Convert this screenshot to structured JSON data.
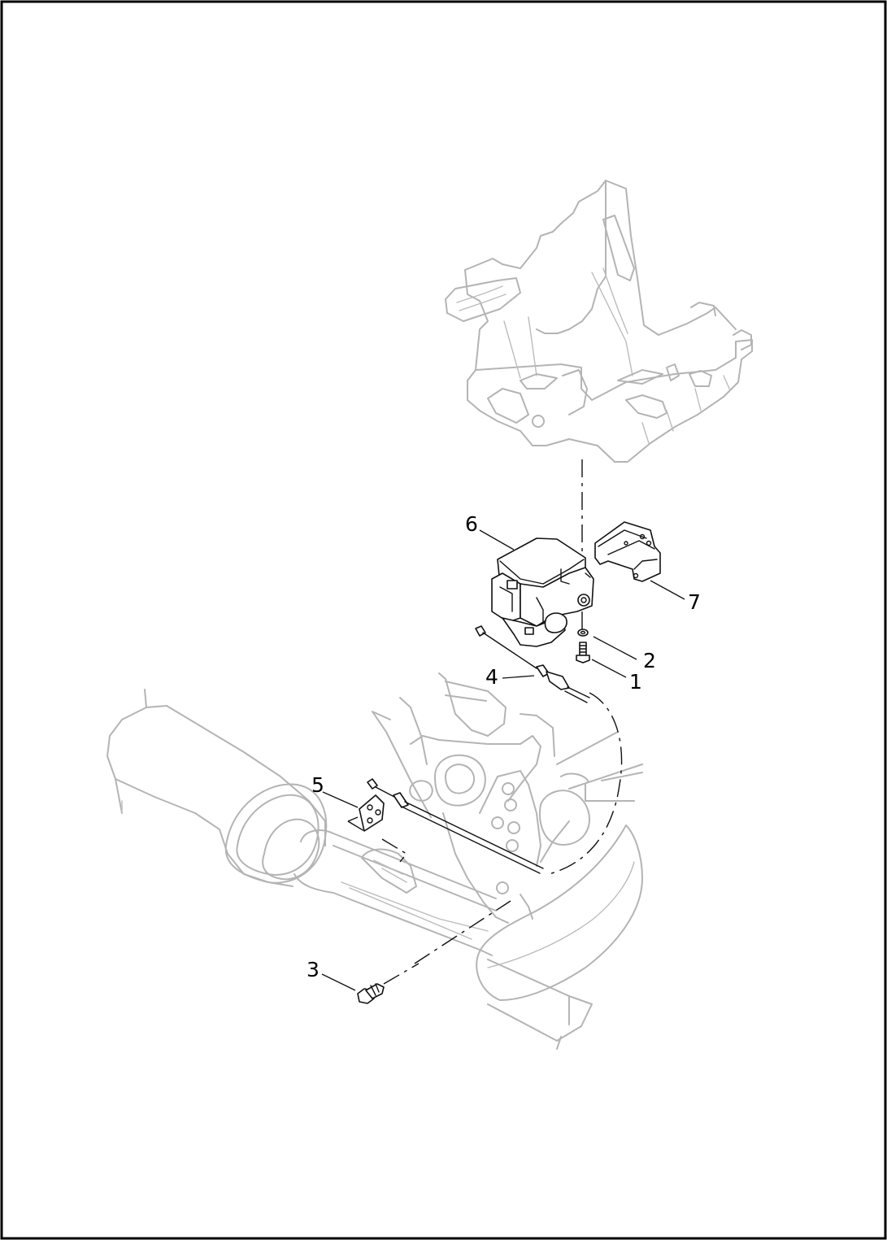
{
  "colors": {
    "frame_border": "#000000",
    "ghost_context": "#b4b4b4",
    "parts_outline": "#111111",
    "background": "#ffffff"
  },
  "callouts": {
    "c1": "1",
    "c2": "2",
    "c3": "3",
    "c4": "4",
    "c5": "5",
    "c6": "6",
    "c7": "7"
  }
}
